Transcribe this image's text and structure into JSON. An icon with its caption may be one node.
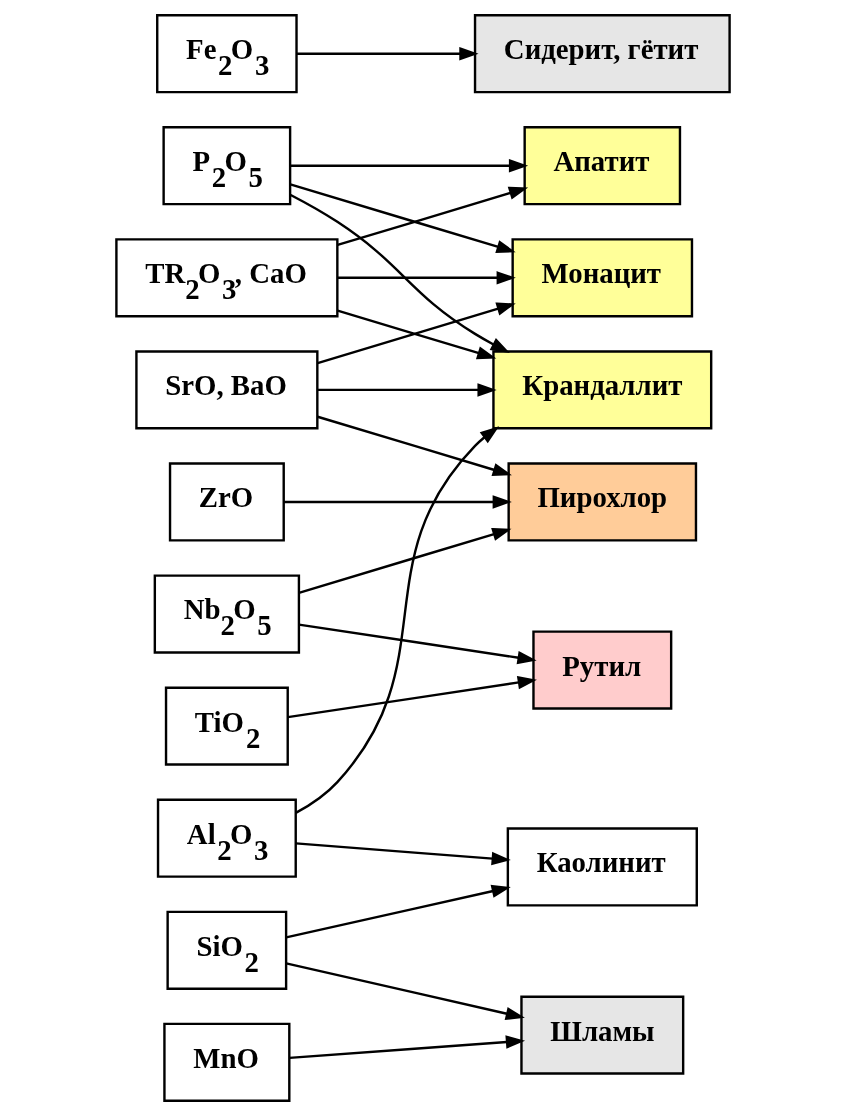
{
  "diagram": {
    "nodes": [
      {
        "text": [
          "TR$_{2}$O$_{3}$, CaO"
        ]
      },
      {
        "text": [
          "Монацит"
        ]
      },
      {
        "text": [
          "Апатит"
        ]
      },
      {
        "text": [
          "P$_{2}$O$_{5}$"
        ]
      },
      {
        "text": [
          "Крандаллит"
        ]
      },
      {
        "text": [
          "SrO, BaO"
        ]
      },
      {
        "text": [
          "Al$_{2}$O$_{3}$"
        ]
      },
      {
        "text": [
          "Каолинит"
        ]
      },
      {
        "text": [
          "SiO$_{2}$"
        ]
      },
      {
        "text": [
          "Пирохлор"
        ]
      },
      {
        "text": [
          "ZrO"
        ]
      },
      {
        "text": [
          "Nb$_{2}$O$_{5}$"
        ]
      },
      {
        "text": [
          "Рутил"
        ]
      },
      {
        "text": [
          "TiO$_{2}$"
        ]
      },
      {
        "text": [
          "Сидерит, гётит"
        ]
      },
      {
        "text": [
          "MnO"
        ]
      },
      {
        "text": [
          "Fe$_{2}$O$_{3}$"
        ]
      },
      {
        "text": [
          "Шламы"
        ]
      }
    ],
    "edges": [
      {
        "from": 0,
        "to": 1,
        "arrow": "to"
      },
      {
        "from": 0,
        "to": 2,
        "arrow": "to"
      },
      {
        "from": 0,
        "to": 4,
        "arrow": "to"
      },
      {
        "from": 3,
        "to": 1,
        "arrow": "to"
      },
      {
        "from": 3,
        "to": 2,
        "arrow": "to"
      },
      {
        "from": 3,
        "to": 4,
        "arrow": "to"
      },
      {
        "from": 5,
        "to": 1,
        "arrow": "to"
      },
      {
        "from": 5,
        "to": 4,
        "arrow": "to"
      },
      {
        "from": 5,
        "to": 9,
        "arrow": "to"
      },
      {
        "from": 6,
        "to": 4,
        "arrow": "to"
      },
      {
        "from": 6,
        "to": 7,
        "arrow": "to"
      },
      {
        "from": 8,
        "to": 7,
        "arrow": "to"
      },
      {
        "from": 8,
        "to": 17,
        "arrow": "to"
      },
      {
        "from": 11,
        "to": 9,
        "arrow": "to"
      },
      {
        "from": 10,
        "to": 9,
        "arrow": "to"
      },
      {
        "from": 11,
        "to": 12,
        "arrow": "to"
      },
      {
        "from": 13,
        "to": 12,
        "arrow": "to"
      },
      {
        "from": 16,
        "to": 14,
        "arrow": "to"
      },
      {
        "from": 15,
        "to": 17,
        "arrow": "to"
      }
    ]
  }
}
